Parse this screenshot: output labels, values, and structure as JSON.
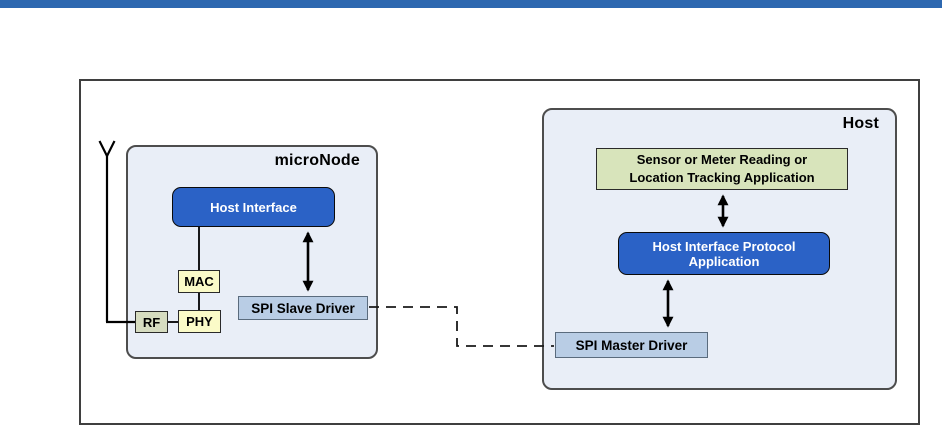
{
  "page": {
    "topbar_color": "#2d68b0",
    "frame_border_color": "#3f3f3f",
    "container_fill": "#e9eef7"
  },
  "colors": {
    "blue_box": "#2b62c6",
    "yellow_box": "#fbfbc8",
    "olive_box": "#d6dcc0",
    "steel_box": "#b9cde5",
    "green_box": "#d8e4bb",
    "connector": "#000000"
  },
  "micronode": {
    "title": "microNode",
    "host_interface": "Host Interface",
    "mac": "MAC",
    "phy": "PHY",
    "rf": "RF",
    "spi_slave": "SPI Slave Driver"
  },
  "host": {
    "title": "Host",
    "sensor_app_line1": "Sensor or Meter Reading or",
    "sensor_app_line2": "Location Tracking Application",
    "protocol_app_line1": "Host Interface Protocol",
    "protocol_app_line2": "Application",
    "spi_master": "SPI Master Driver"
  }
}
